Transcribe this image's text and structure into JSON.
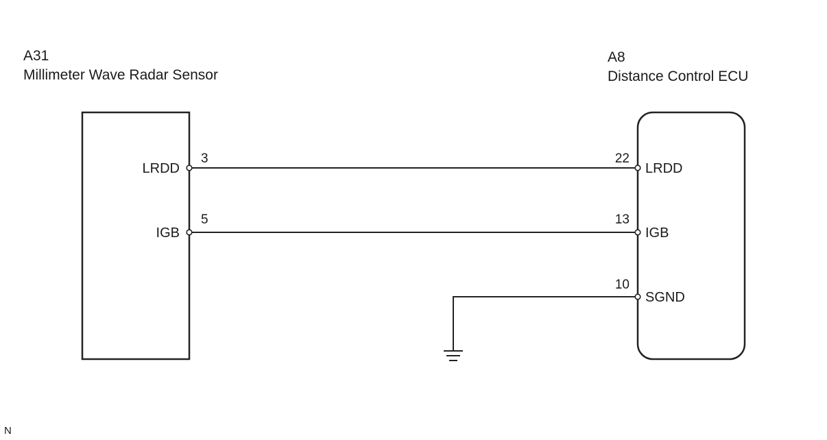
{
  "components": {
    "left": {
      "code": "A31",
      "name": "Millimeter Wave Radar Sensor"
    },
    "right": {
      "code": "A8",
      "name": "Distance Control ECU"
    }
  },
  "connections": [
    {
      "left_terminal": "LRDD",
      "left_pin": "3",
      "right_pin": "22",
      "right_terminal": "LRDD"
    },
    {
      "left_terminal": "IGB",
      "left_pin": "5",
      "right_pin": "13",
      "right_terminal": "IGB"
    }
  ],
  "ground": {
    "right_pin": "10",
    "right_terminal": "SGND"
  },
  "footer": {
    "mark": "N"
  },
  "colors": {
    "line": "#222222",
    "background": "#ffffff"
  }
}
